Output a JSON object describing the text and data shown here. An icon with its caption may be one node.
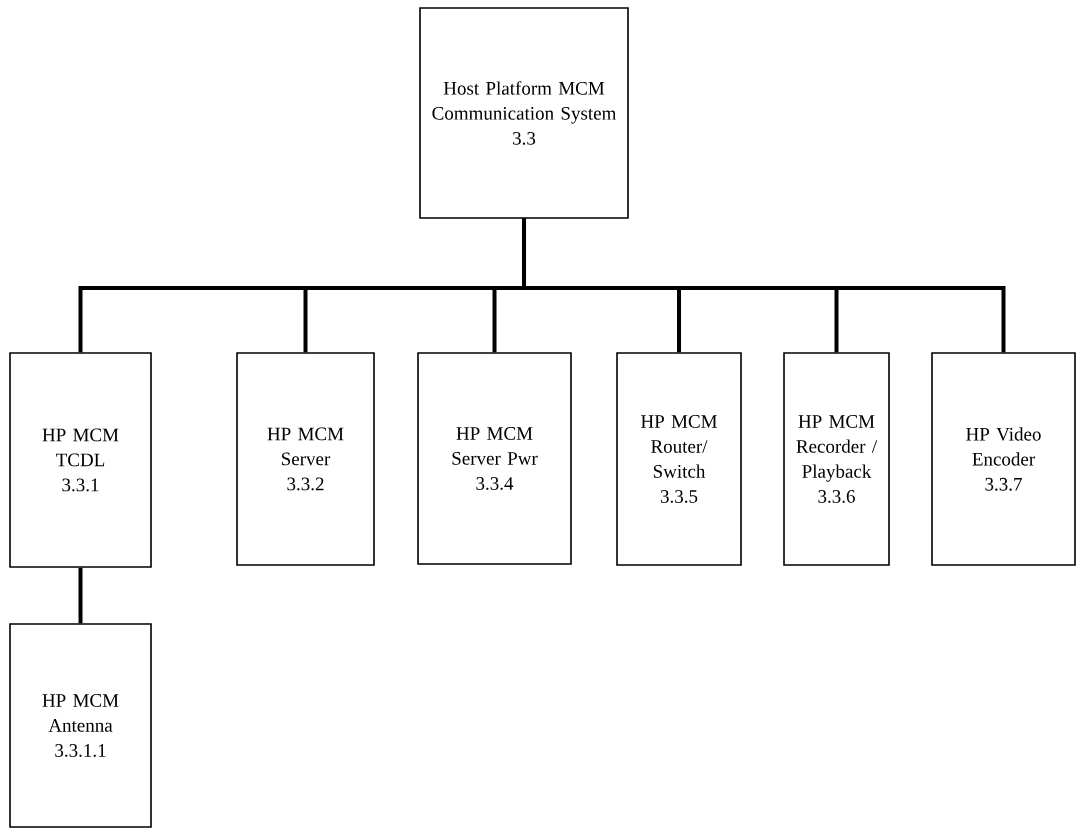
{
  "diagram": {
    "nodes": [
      {
        "text": [
          "Host Platform MCM Communication System",
          "3.3"
        ]
      },
      {
        "text": [
          "HP MCM TCDL",
          "3.3.1"
        ]
      },
      {
        "text": [
          "HP MCM Server",
          "3.3.2"
        ]
      },
      {
        "text": [
          "HP MCM Server Pwr",
          "3.3.4"
        ]
      },
      {
        "text": [
          "HP MCM Router/ Switch",
          "3.3.5"
        ]
      },
      {
        "text": [
          "HP MCM Recorder / Playback",
          "3.3.6"
        ]
      },
      {
        "text": [
          "HP Video Encoder",
          "3.3.7"
        ]
      },
      {
        "text": [
          "HP MCM Antenna",
          "3.3.1.1"
        ]
      }
    ],
    "edges": [
      {
        "from": 0,
        "to": 1,
        "arrow": "none"
      },
      {
        "from": 0,
        "to": 2,
        "arrow": "none"
      },
      {
        "from": 0,
        "to": 3,
        "arrow": "none"
      },
      {
        "from": 0,
        "to": 4,
        "arrow": "none"
      },
      {
        "from": 0,
        "to": 5,
        "arrow": "none"
      },
      {
        "from": 0,
        "to": 6,
        "arrow": "none"
      },
      {
        "from": 1,
        "to": 7,
        "arrow": "none"
      }
    ]
  }
}
